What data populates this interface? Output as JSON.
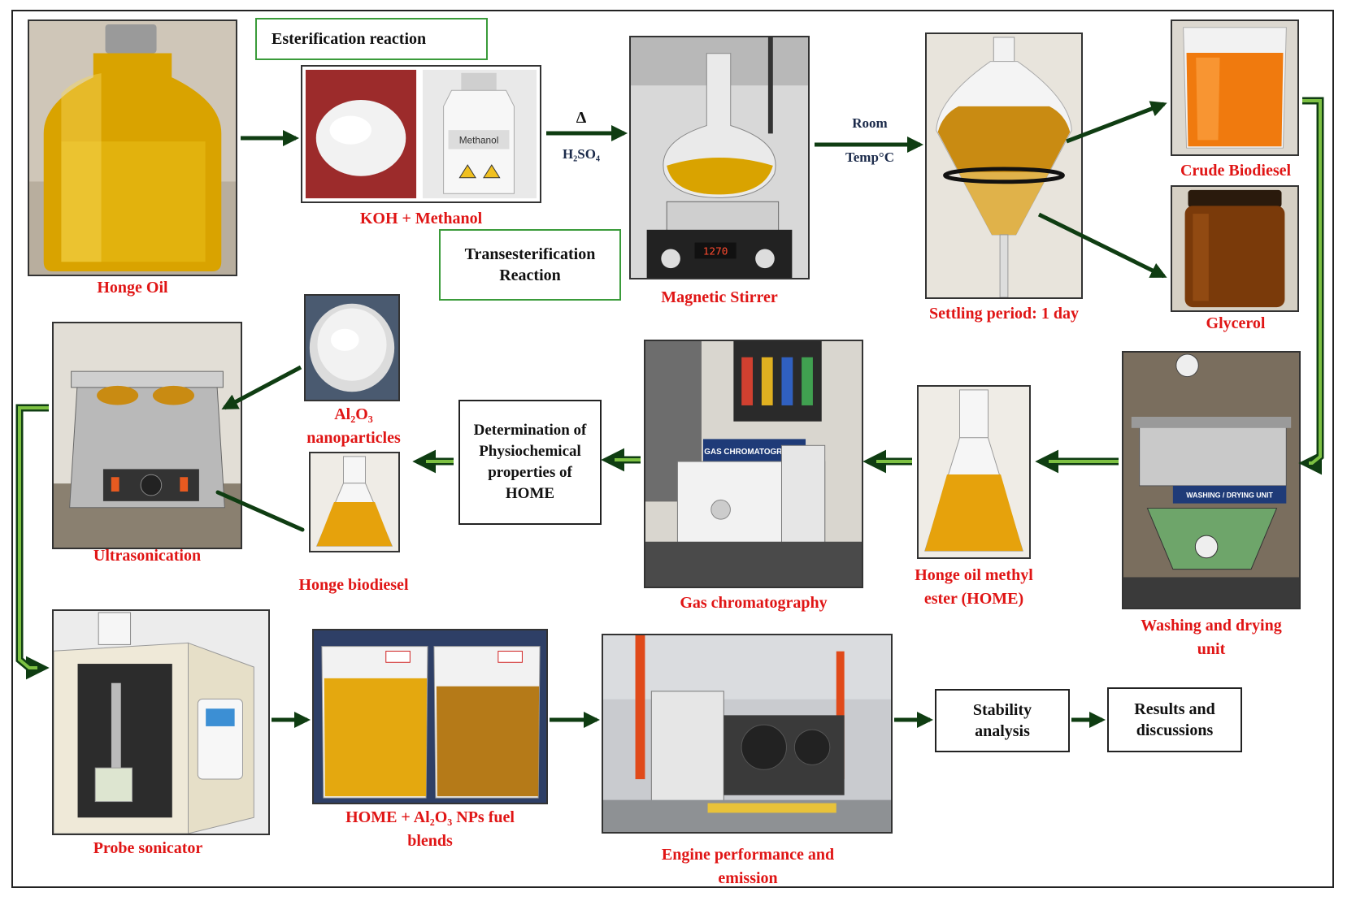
{
  "steps": {
    "honge_oil": "Honge Oil",
    "esterification": "Esterification reaction",
    "koh_methanol": "KOH + Methanol",
    "methanol_bottle": "Methanol",
    "heat_symbol": "Δ",
    "catalyst": "H₂SO₄",
    "transesterification": "Transesterification Reaction",
    "magnetic_stirrer": "Magnetic Stirrer",
    "stirrer_display": "1270",
    "room": "Room",
    "temp": "Temp°C",
    "settling": "Settling period: 1 day",
    "crude_biodiesel": "Crude Biodiesel",
    "glycerol": "Glycerol",
    "washing_label": "WASHING / DRYING UNIT",
    "washing": "Washing and drying unit",
    "home": "Honge oil methyl ester (HOME)",
    "gc_sign": "GAS CHROMATOGRAPHY",
    "gas_chrom": "Gas chromatography",
    "determination": "Determination of Physiochemical properties of HOME",
    "al2o3": "Al₂O₃ nanoparticles",
    "honge_biodiesel": "Honge biodiesel",
    "ultrasonication": "Ultrasonication",
    "probe_sonicator": "Probe sonicator",
    "blends": "HOME + Al₂O₃ NPs fuel blends",
    "engine": "Engine performance and emission",
    "stability": "Stability analysis",
    "results": "Results and discussions"
  },
  "colors": {
    "caption": "#e01515",
    "arrow_dark": "#0f3d12",
    "arrow_light": "#7dc142",
    "box_border_green": "#3a9b3a",
    "condition_text": "#1b2a4a"
  }
}
